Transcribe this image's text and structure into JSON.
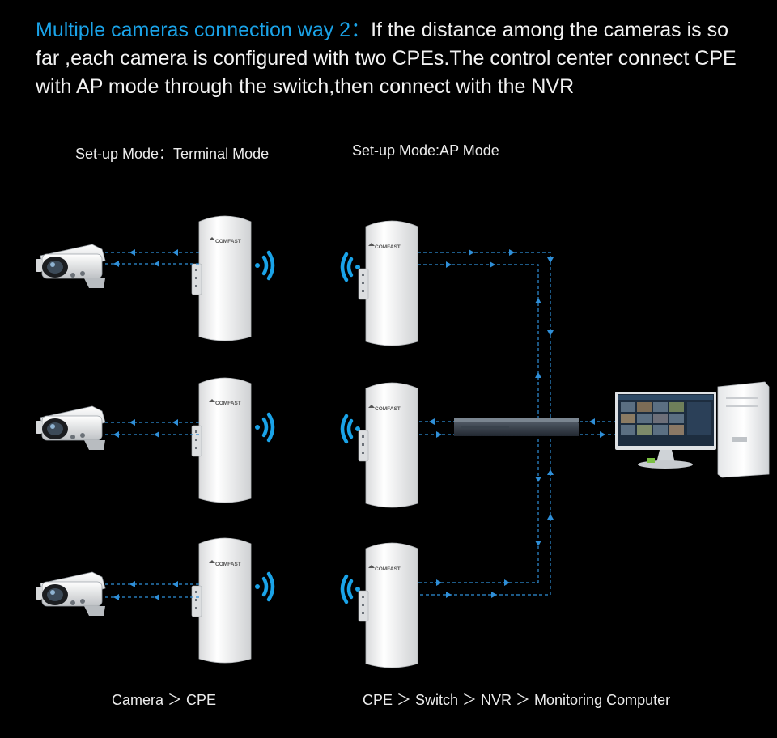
{
  "title": {
    "highlight": "Multiple cameras connection way 2：",
    "text": "If the distance among the cameras is so far ,each camera is configured with two CPEs.The control center connect CPE with AP mode through the switch,then connect with the NVR"
  },
  "labels": {
    "terminal_mode": "Set-up Mode：Terminal Mode",
    "ap_mode": "Set-up Mode:AP Mode",
    "footer_left": "Camera ＞ CPE",
    "footer_right": "CPE ＞ Switch ＞ NVR ＞ Monitoring Computer"
  },
  "devices": {
    "cpe_brand": "COMFAST"
  },
  "colors": {
    "accent": "#1aa3e8",
    "link": "#2f8fd8",
    "background": "#000000"
  }
}
